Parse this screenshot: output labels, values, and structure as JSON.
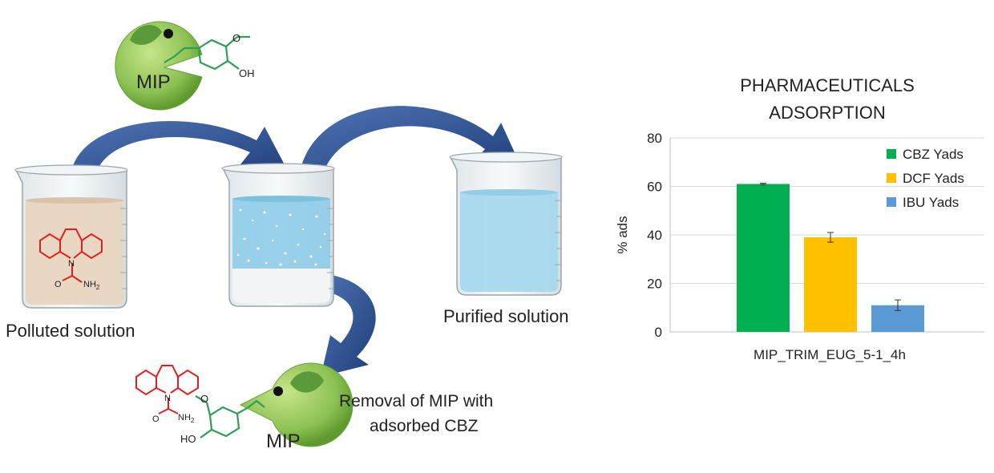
{
  "diagram": {
    "mip_label_top": "MIP",
    "mip_label_bottom": "MIP",
    "polluted_label": "Polluted solution",
    "purified_label": "Purified solution",
    "removal_label_line1": "Removal of MIP with",
    "removal_label_line2": "adsorbed CBZ",
    "atom_oh_top": "OH",
    "atom_ho_bottom": "HO",
    "atom_n_polluted": "N",
    "atom_nh2_polluted": "NH",
    "atom_sub2_polluted": "2",
    "atom_o_polluted": "O",
    "atom_n_bottom": "N",
    "atom_nh2_bottom": "NH",
    "atom_sub2_bottom": "2",
    "atom_o_bottom": "O",
    "colors": {
      "mip_green": "#8cc153",
      "leaf_green": "#5b9a3a",
      "molecule_green": "#2e9e55",
      "molecule_red": "#e02020",
      "arrow_blue": "#2f5597",
      "polluted_liquid": "#e8d5c0",
      "purified_liquid": "#a8d8ee",
      "water_blue": "#8fcce8"
    }
  },
  "chart_data": {
    "type": "bar",
    "title_line1": "PHARMACEUTICALS",
    "title_line2": "ADSORPTION",
    "ylabel": "% ads",
    "xlabel": "MIP_TRIM_EUG_5-1_4h",
    "ylim": [
      0,
      80
    ],
    "yticks": [
      0,
      20,
      40,
      60,
      80
    ],
    "grid": true,
    "legend_position": "top-right",
    "series": [
      {
        "name": "CBZ Yads",
        "value": 61,
        "error": 0.3,
        "color": "#00b050"
      },
      {
        "name": "DCF Yads",
        "value": 39,
        "error": 2,
        "color": "#ffc000"
      },
      {
        "name": "IBU Yads",
        "value": 11,
        "error": 2.2,
        "color": "#5b9bd5"
      }
    ]
  }
}
